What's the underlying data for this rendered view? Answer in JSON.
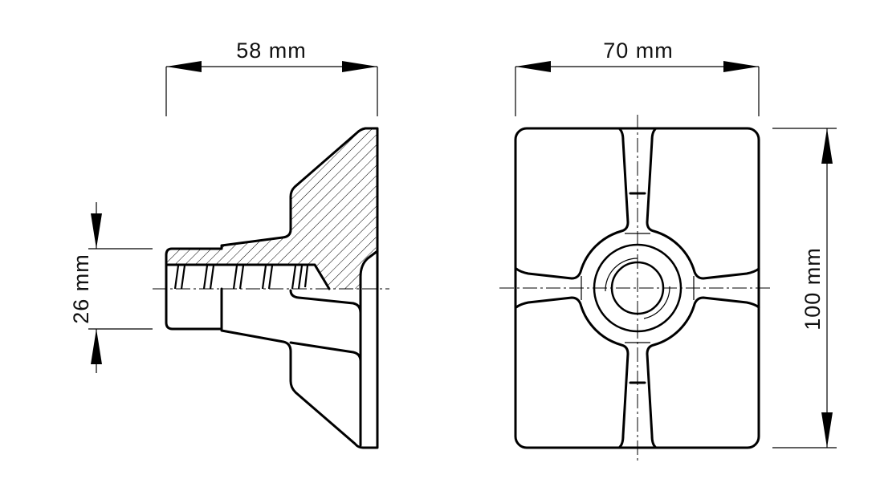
{
  "drawing": {
    "dimensions": {
      "side_width": "58 mm",
      "front_width": "70 mm",
      "front_height": "100 mm",
      "hub_diameter": "26 mm"
    },
    "line_color": "#000000"
  }
}
